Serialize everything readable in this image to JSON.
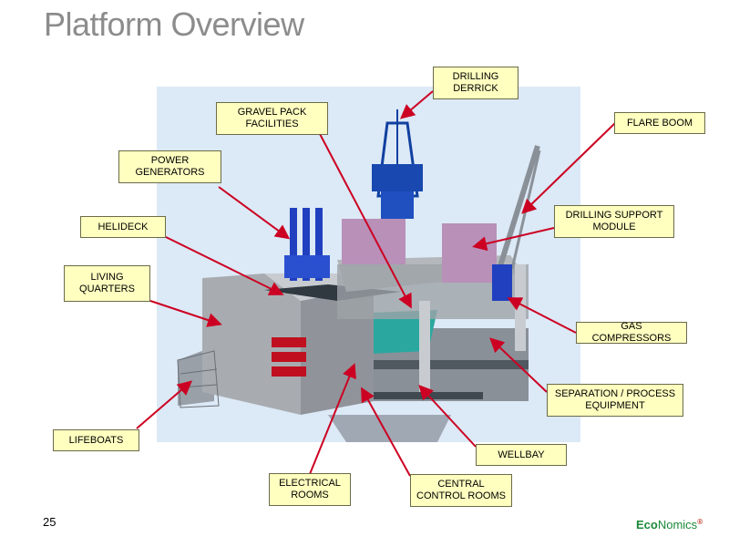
{
  "title": "Platform Overview",
  "page_number": "25",
  "logo": {
    "part1": "Eco",
    "part2": "Nomics",
    "mark": "®"
  },
  "labels": {
    "drilling_derrick": [
      "DRILLING",
      "DERRICK"
    ],
    "gravel_pack": [
      "GRAVEL PACK",
      "FACILITIES"
    ],
    "flare_boom": [
      "FLARE BOOM"
    ],
    "power_generators": [
      "POWER",
      "GENERATORS"
    ],
    "drilling_support": [
      "DRILLING SUPPORT",
      "MODULE"
    ],
    "helideck": [
      "HELIDECK"
    ],
    "living_quarters": [
      "LIVING",
      "QUARTERS"
    ],
    "gas_compressors": [
      "GAS COMPRESSORS"
    ],
    "separation": [
      "SEPARATION / PROCESS",
      "EQUIPMENT"
    ],
    "lifeboats": [
      "LIFEBOATS"
    ],
    "wellbay": [
      "WELLBAY"
    ],
    "electrical_rooms": [
      "ELECTRICAL",
      "ROOMS"
    ],
    "central_control": [
      "CENTRAL",
      "CONTROL ROOMS"
    ]
  },
  "colors": {
    "arrow": "#cc0022",
    "label_fill": "#ffffc0",
    "title": "#8c8c8c"
  }
}
